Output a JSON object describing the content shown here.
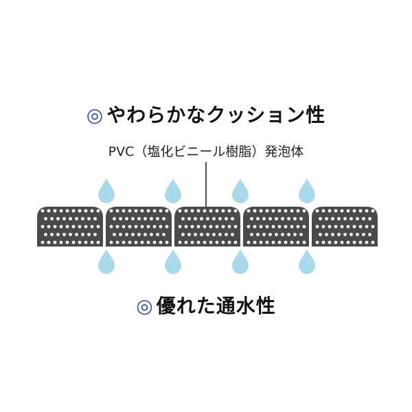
{
  "heading_top": {
    "marker": "◎",
    "text": "やわらかなクッション性"
  },
  "material_label": "PVC（塩化ビニール樹脂）発泡体",
  "heading_bottom": {
    "marker": "◎",
    "text": "優れた通水性"
  },
  "colors": {
    "mat": "#4a4a4a",
    "hole": "#ffffff",
    "drop": "#a9d9ea",
    "leader": "#111111",
    "marker": "#1f4fa8"
  },
  "mat": {
    "segments": 5,
    "hole_rows": 5
  },
  "drops": {
    "above_count": 4,
    "below_count": 4
  }
}
